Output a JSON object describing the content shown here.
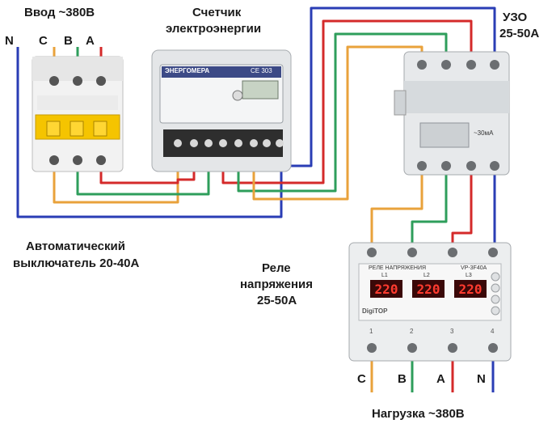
{
  "labels": {
    "input": "Ввод ~380В",
    "meter_line1": "Счетчик",
    "meter_line2": "электроэнергии",
    "rcd_line1": "УЗО",
    "rcd_line2": "25-50А",
    "breaker_line1": "Автоматический",
    "breaker_line2": "выключатель 20-40А",
    "relay_line1": "Реле",
    "relay_line2": "напряжения",
    "relay_line3": "25-50А",
    "load": "Нагрузка ~380В"
  },
  "input_phases": [
    "N",
    "C",
    "B",
    "A"
  ],
  "output_phases": [
    "C",
    "B",
    "A",
    "N"
  ],
  "relay_panel": {
    "title": "РЕЛЕ НАПРЯЖЕНИЯ",
    "model": "VP-3F40A",
    "brand": "DigiTOP",
    "channels": [
      "L1",
      "L2",
      "L3"
    ],
    "readings": [
      "220",
      "220",
      "220"
    ],
    "terminals": [
      "1",
      "2",
      "3",
      "4"
    ]
  },
  "meter_panel": {
    "brand": "ЭНЕРГОМЕРА",
    "model": "CE 303"
  },
  "rcd_panel": {
    "rating": "~30мA"
  },
  "colors": {
    "phase_a": "#d42a2a",
    "phase_b": "#2e9e5b",
    "phase_c": "#e9a23b",
    "neutral": "#2a3db5"
  }
}
